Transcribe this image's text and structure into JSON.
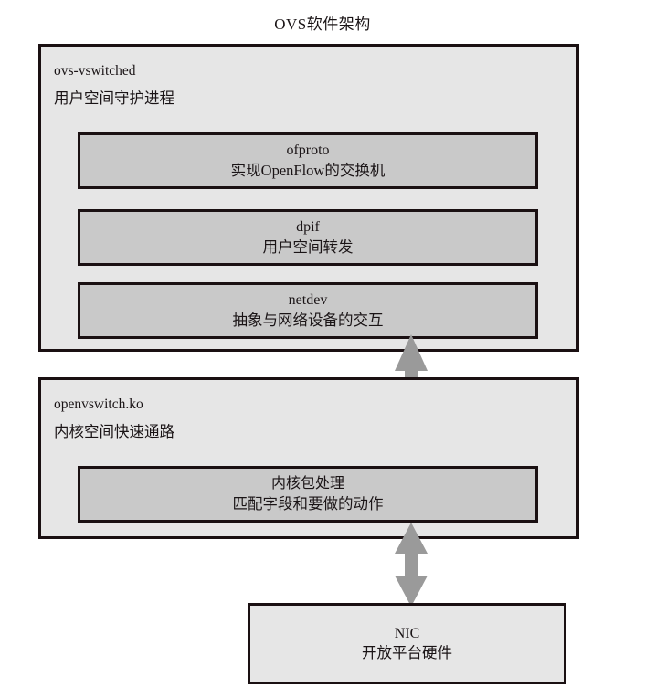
{
  "diagram": {
    "title": "OVS软件架构",
    "colors": {
      "outer_fill": "#e6e6e6",
      "inner_fill": "#c9c9c9",
      "border": "#1a1012",
      "arrow": "#9a9a9a",
      "text": "#1a1416",
      "page_background": "#ffffff"
    },
    "layers": [
      {
        "id": "userspace",
        "heading_line1": "ovs-vswitched",
        "heading_line2": "用户空间守护进程",
        "modules": [
          {
            "id": "ofproto",
            "title": "ofproto",
            "subtitle": "实现OpenFlow的交换机"
          },
          {
            "id": "dpif",
            "title": "dpif",
            "subtitle": "用户空间转发"
          },
          {
            "id": "netdev",
            "title": "netdev",
            "subtitle": "抽象与网络设备的交互"
          }
        ]
      },
      {
        "id": "kernelspace",
        "heading_line1": "openvswitch.ko",
        "heading_line2": "内核空间快速通路",
        "modules": [
          {
            "id": "kernel-packet",
            "title": "内核包处理",
            "subtitle": "匹配字段和要做的动作"
          }
        ]
      }
    ],
    "hardware": {
      "id": "nic",
      "title": "NIC",
      "subtitle": "开放平台硬件"
    },
    "connectors": [
      {
        "id": "userspace-to-kernelspace",
        "kind": "double-arrow-vertical",
        "from": "netdev",
        "to": "kernel-packet"
      },
      {
        "id": "kernelspace-to-nic",
        "kind": "double-arrow-vertical",
        "from": "kernel-packet",
        "to": "nic"
      }
    ]
  }
}
